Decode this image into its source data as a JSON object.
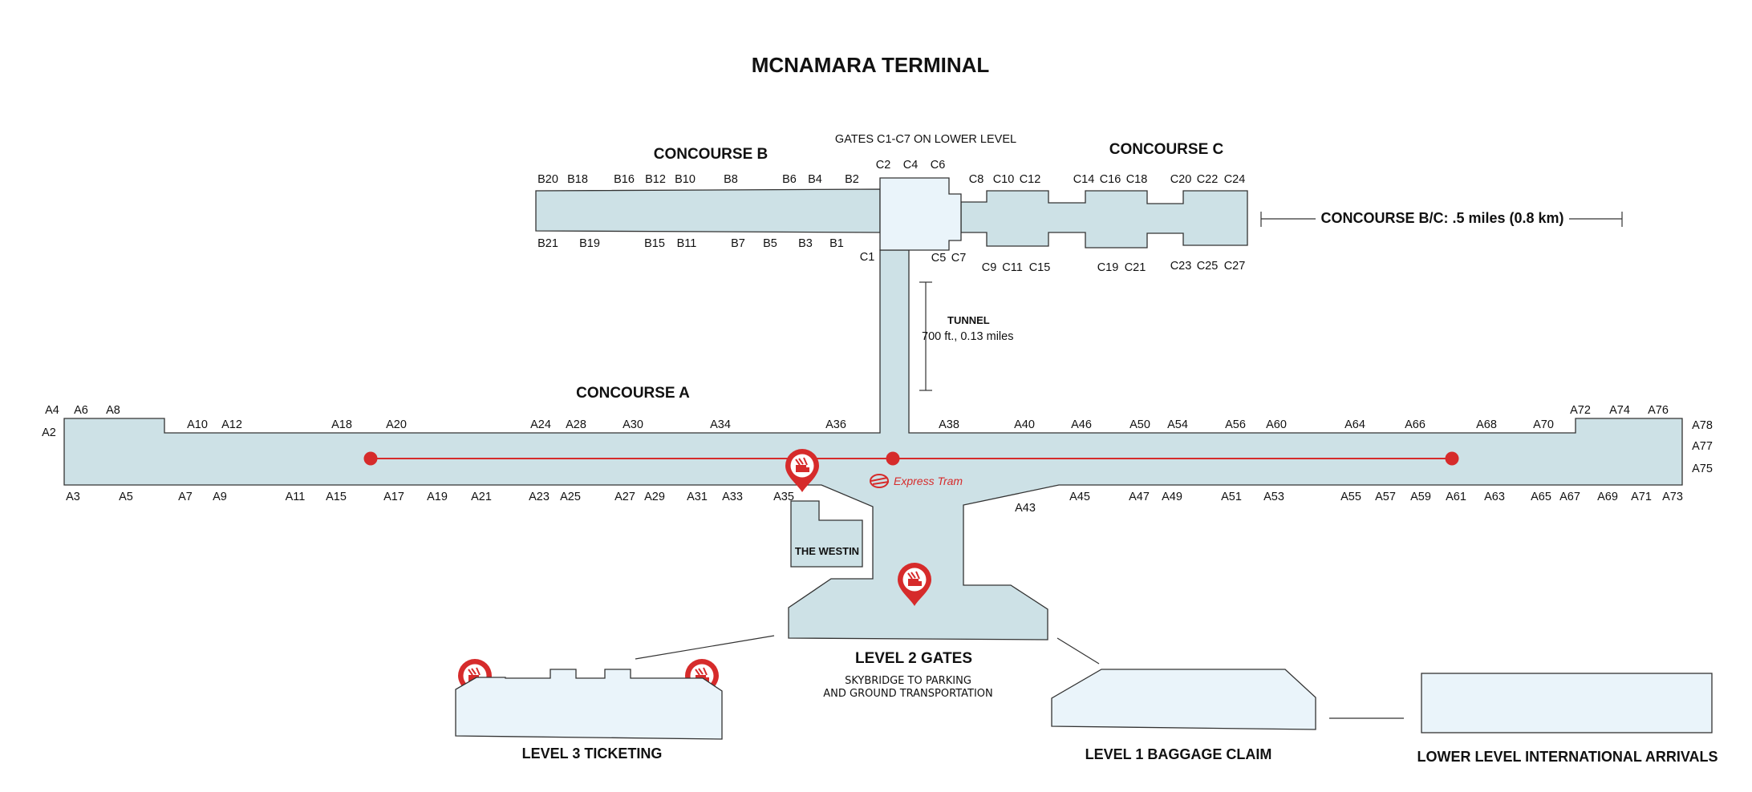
{
  "title": "MCNAMARA TERMINAL",
  "labels": {
    "concourse_a": "CONCOURSE A",
    "concourse_b": "CONCOURSE B",
    "concourse_c": "CONCOURSE C",
    "gates_lower": "GATES C1-C7 ON LOWER LEVEL",
    "bc_distance": "CONCOURSE B/C: .5 miles (0.8 km)",
    "tunnel_title": "TUNNEL",
    "tunnel_distance": "700 ft., 0.13 miles",
    "express_tram": "Express Tram",
    "westin": "THE WESTIN",
    "level2": "LEVEL 2 GATES",
    "skybridge_1": "SKYBRIDGE TO PARKING",
    "skybridge_2": "AND GROUND TRANSPORTATION",
    "level3": "LEVEL 3 TICKETING",
    "level1": "LEVEL 1 BAGGAGE CLAIM",
    "intl": "LOWER LEVEL INTERNATIONAL ARRIVALS"
  },
  "gates_a_top": [
    "A4",
    "A6",
    "A8",
    "A10",
    "A12",
    "A18",
    "A20",
    "A24",
    "A28",
    "A30",
    "A34",
    "A36",
    "A38",
    "A40",
    "A46",
    "A50",
    "A54",
    "A56",
    "A60",
    "A64",
    "A66",
    "A68",
    "A70",
    "A72",
    "A74",
    "A76"
  ],
  "gates_a_bottom": [
    "A3",
    "A5",
    "A7",
    "A9",
    "A11",
    "A15",
    "A17",
    "A19",
    "A21",
    "A23",
    "A25",
    "A27",
    "A29",
    "A31",
    "A33",
    "A35",
    "A43",
    "A45",
    "A47",
    "A49",
    "A51",
    "A53",
    "A55",
    "A57",
    "A59",
    "A61",
    "A63",
    "A65",
    "A67",
    "A69",
    "A71",
    "A73"
  ],
  "gates_a_ends": [
    "A2",
    "A78",
    "A77",
    "A75"
  ],
  "gates_b_top": [
    "B20",
    "B18",
    "B16",
    "B12",
    "B10",
    "B8",
    "B6",
    "B4",
    "B2"
  ],
  "gates_b_bottom": [
    "B21",
    "B19",
    "B15",
    "B11",
    "B7",
    "B5",
    "B3",
    "B1"
  ],
  "gates_c_top": [
    "C2",
    "C4",
    "C6",
    "C8",
    "C10",
    "C12",
    "C14",
    "C16",
    "C18",
    "C20",
    "C22",
    "C24"
  ],
  "gates_c_bottom": [
    "C1",
    "C5",
    "C7",
    "C9",
    "C11",
    "C15",
    "C19",
    "C21",
    "C23",
    "C25",
    "C27"
  ],
  "icons": [
    "food-drink-pin-icon",
    "tram-logo-icon"
  ],
  "colors": {
    "concourse_fill": "#cde1e6",
    "level_fill": "#eaf4fa",
    "outline": "#333333",
    "tram_red": "#d62b2b"
  }
}
